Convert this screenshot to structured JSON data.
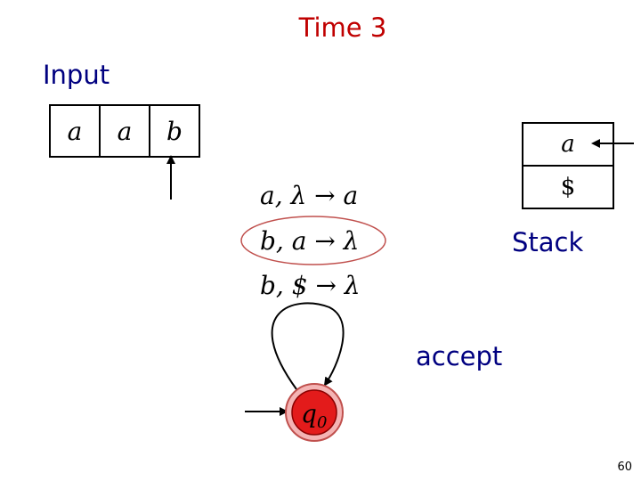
{
  "title": "Time 3",
  "input_label": "Input",
  "input_tape": [
    "a",
    "a",
    "b"
  ],
  "stack": {
    "label": "Stack",
    "contents": [
      "a",
      "$"
    ]
  },
  "transitions": [
    "a, λ → a",
    "b, a → λ",
    "b, $ → λ"
  ],
  "state": {
    "label": "q0",
    "accepting": true
  },
  "status": "accept",
  "slide_number": "60",
  "colors": {
    "title": "#c00000",
    "labels": "#000080",
    "highlight": "#c0504d",
    "state_fill": "#e31b1b"
  }
}
